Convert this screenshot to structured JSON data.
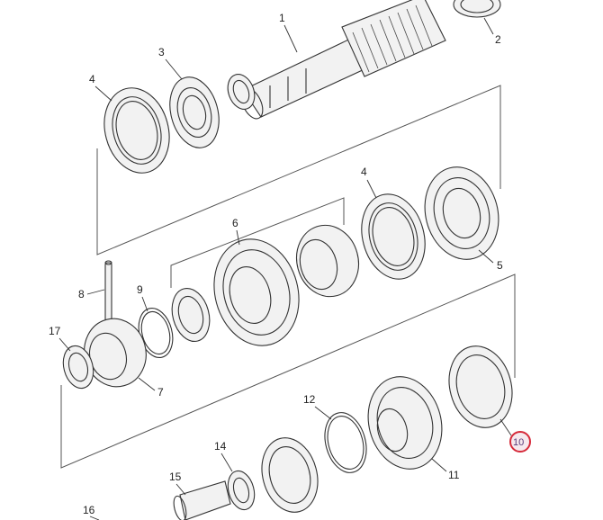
{
  "callouts": {
    "c1": "1",
    "c2": "2",
    "c3": "3",
    "c4a": "4",
    "c4b": "4",
    "c5": "5",
    "c6": "6",
    "c7": "7",
    "c8": "8",
    "c9": "9",
    "c10": "10",
    "c11": "11",
    "c12": "12",
    "c14": "14",
    "c15": "15",
    "c16": "16",
    "c17": "17"
  },
  "highlight": {
    "color": "#d62a3a",
    "callout": "10"
  }
}
